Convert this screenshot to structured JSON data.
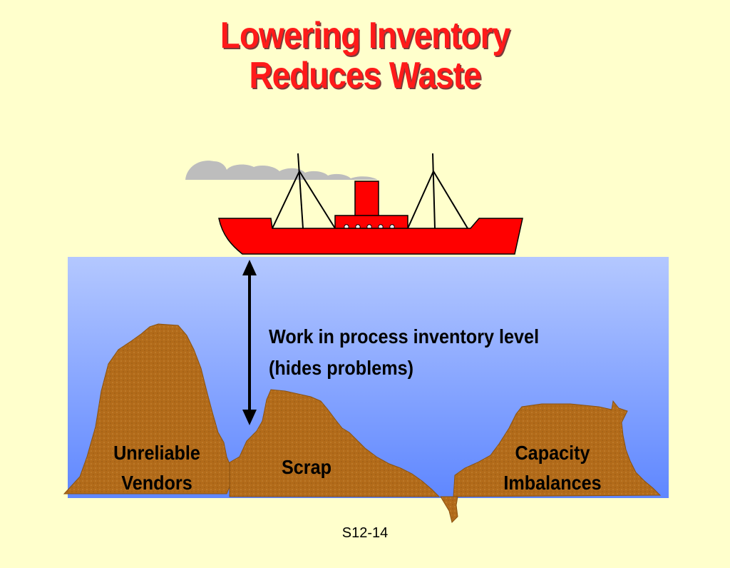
{
  "title": {
    "line1": "Lowering Inventory",
    "line2": "Reduces Waste"
  },
  "annotation": {
    "line1": "Work in process inventory level",
    "line2": "(hides problems)"
  },
  "rocks": [
    {
      "line1": "Unreliable",
      "line2": "Vendors"
    },
    {
      "line1": "Scrap",
      "line2": ""
    },
    {
      "line1": "Capacity",
      "line2": "Imbalances"
    }
  ],
  "slide_number": "S12-14",
  "colors": {
    "background": "#ffffcc",
    "title": "#ff1a1a",
    "ship": "#ff0000",
    "water_top": "#b4c8ff",
    "water_bottom": "#5f87ff",
    "rock": "#b26b1a",
    "smoke": "#bdbdbd"
  }
}
